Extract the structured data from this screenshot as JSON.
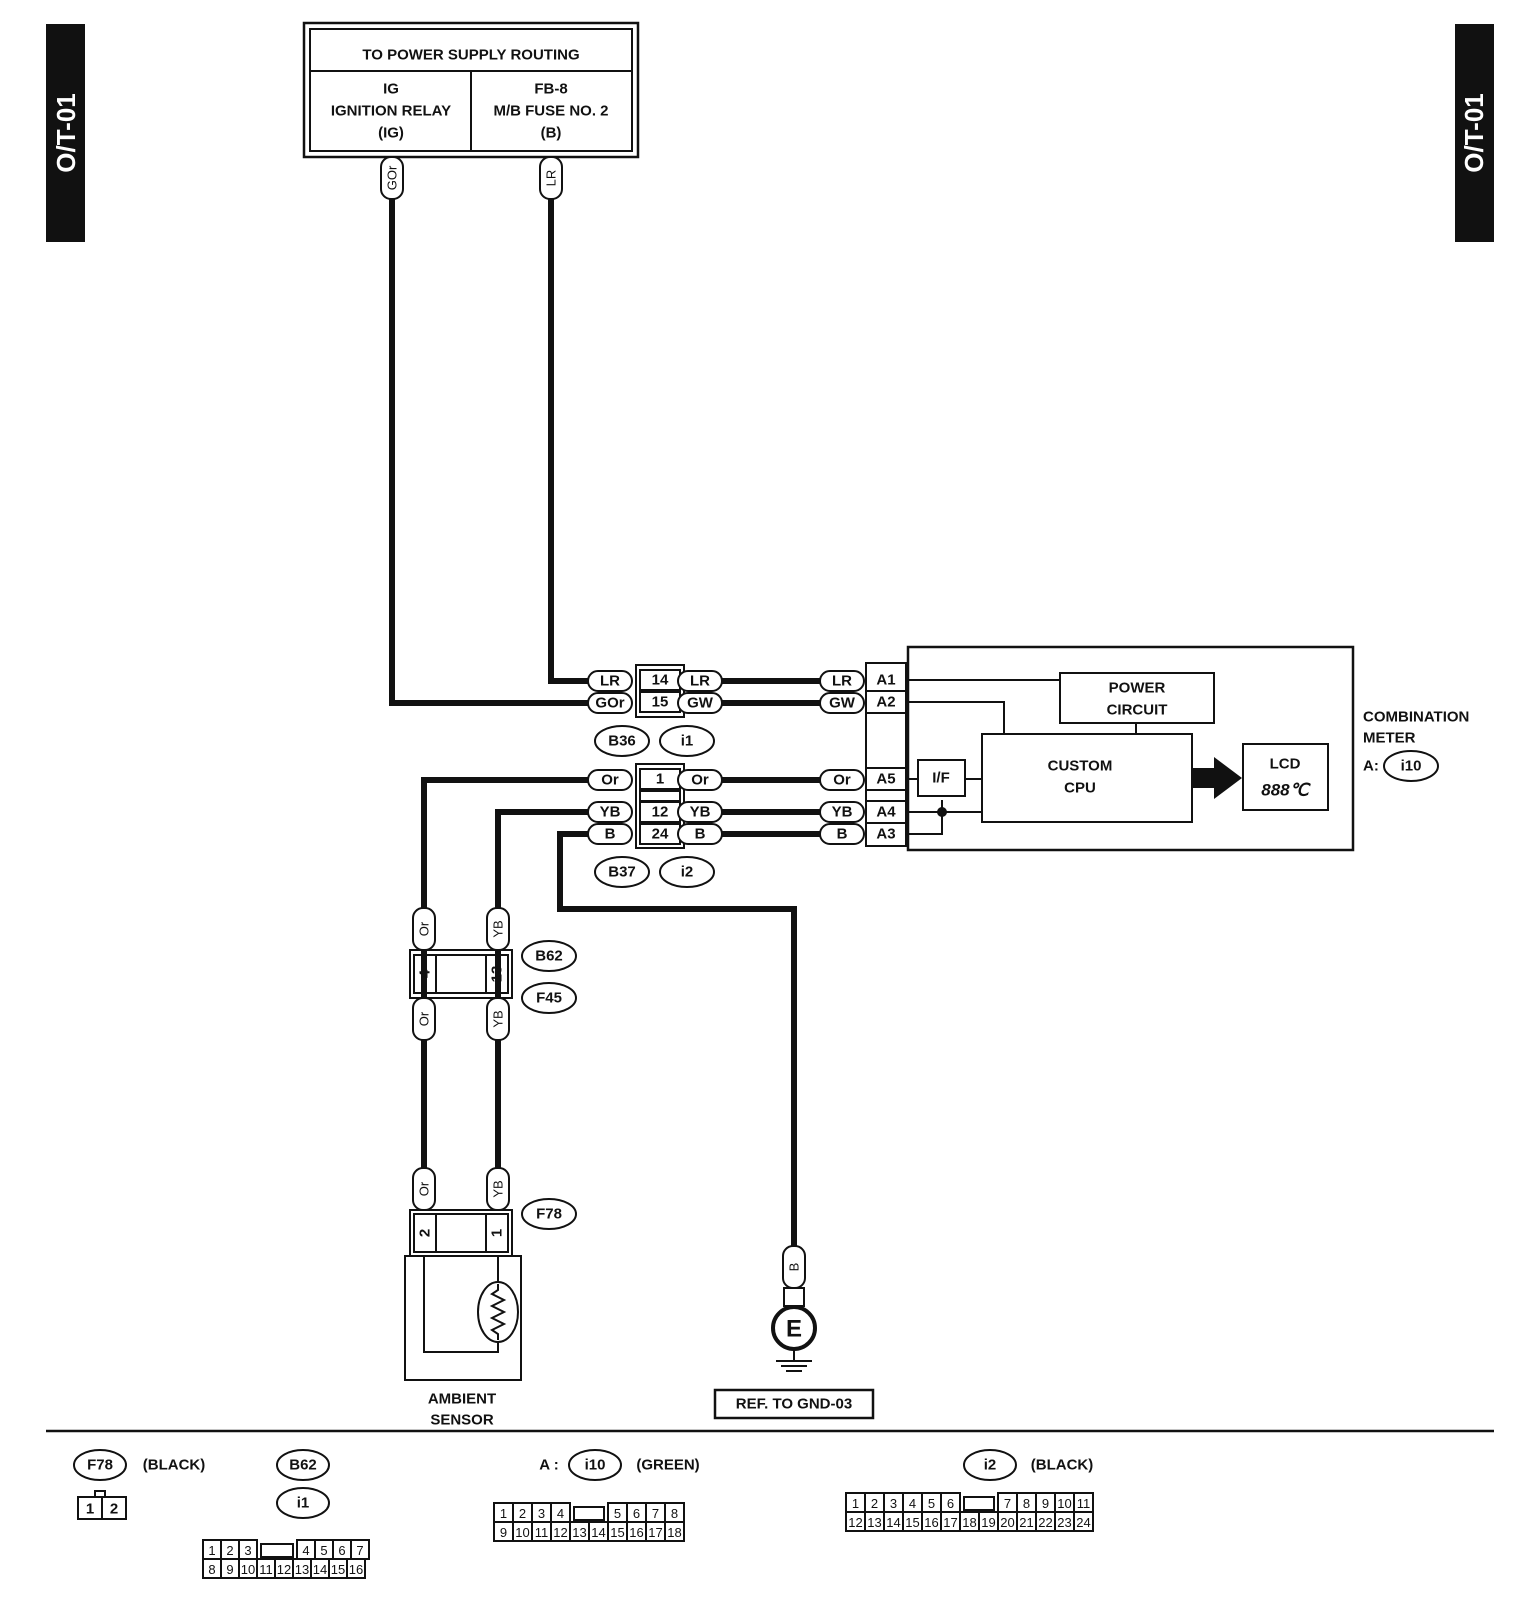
{
  "page_code": "O/T-01",
  "power_supply": {
    "title": "TO POWER SUPPLY ROUTING",
    "left": [
      "IG",
      "IGNITION RELAY",
      "(IG)"
    ],
    "right": [
      "FB-8",
      "M/B FUSE NO. 2",
      "(B)"
    ]
  },
  "wire_colors": {
    "GOr": "GOr",
    "LR": "LR",
    "GW": "GW",
    "Or": "Or",
    "YB": "YB",
    "B": "B"
  },
  "connectors": {
    "b36": "B36",
    "i1": "i1",
    "b37": "B37",
    "i2": "i2",
    "b62": "B62",
    "f45": "F45",
    "f78": "F78"
  },
  "pins": {
    "p14": "14",
    "p15": "15",
    "p1": "1",
    "p12": "12",
    "p24": "24",
    "a1": "A1",
    "a2": "A2",
    "a5": "A5",
    "a4": "A4",
    "a3": "A3",
    "p4": "4",
    "p13": "13",
    "p2": "2",
    "p1b": "1"
  },
  "meter": {
    "label_line1": "COMBINATION",
    "label_line2": "METER",
    "prefix": "A:",
    "connector": "i10",
    "power_circuit": [
      "POWER",
      "CIRCUIT"
    ],
    "cpu": [
      "CUSTOM",
      "CPU"
    ],
    "if": "I/F",
    "lcd": "LCD",
    "lcd_digits": "888℃"
  },
  "ambient_sensor": [
    "AMBIENT",
    "SENSOR"
  ],
  "ground": {
    "symbol": "E",
    "ref": "REF. TO GND-03"
  },
  "legend": {
    "f78": {
      "name": "F78",
      "color": "(BLACK)",
      "pins": [
        "1",
        "2"
      ]
    },
    "b62": {
      "name": "B62",
      "name2": "i1",
      "row1": [
        "1",
        "2",
        "3",
        "4",
        "5",
        "6",
        "7"
      ],
      "row2": [
        "8",
        "9",
        "10",
        "11",
        "12",
        "13",
        "14",
        "15",
        "16"
      ]
    },
    "i10": {
      "prefix": "A :",
      "name": "i10",
      "color": "(GREEN)",
      "row1": [
        "1",
        "2",
        "3",
        "4",
        "5",
        "6",
        "7",
        "8"
      ],
      "row2": [
        "9",
        "10",
        "11",
        "12",
        "13",
        "14",
        "15",
        "16",
        "17",
        "18"
      ]
    },
    "i2": {
      "name": "i2",
      "color": "(BLACK)",
      "row1": [
        "1",
        "2",
        "3",
        "4",
        "5",
        "6",
        "7",
        "8",
        "9",
        "10",
        "11"
      ],
      "row2": [
        "12",
        "13",
        "14",
        "15",
        "16",
        "17",
        "18",
        "19",
        "20",
        "21",
        "22",
        "23",
        "24"
      ]
    }
  }
}
